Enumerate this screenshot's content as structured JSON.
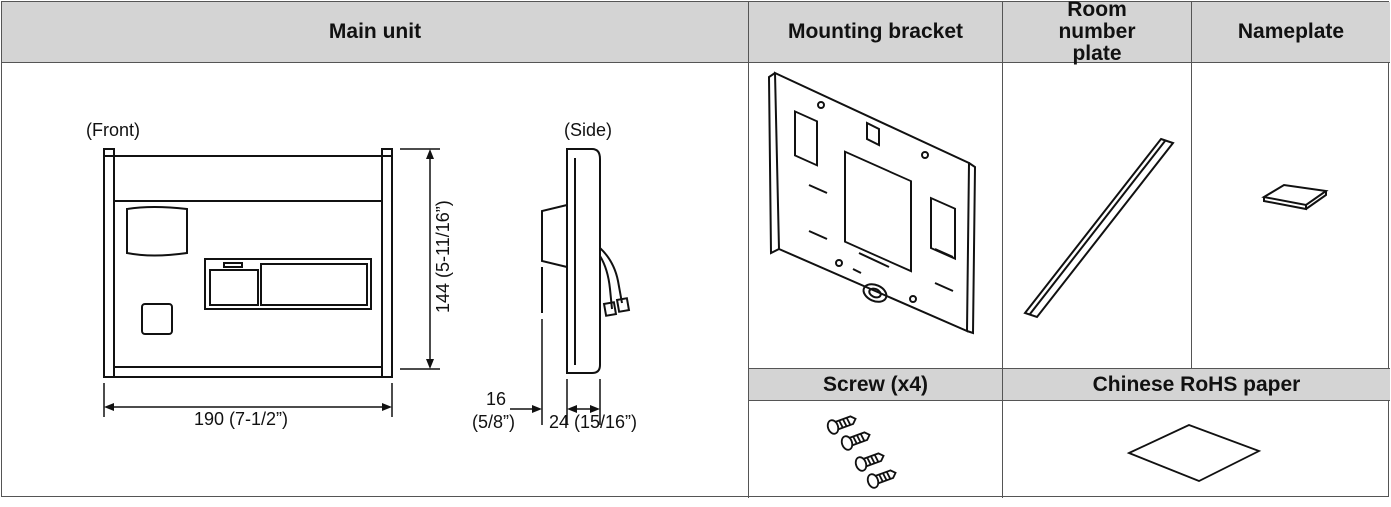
{
  "headers": {
    "main_unit": "Main unit",
    "mounting_bracket": "Mounting bracket",
    "room_number_plate": "Room number plate",
    "nameplate": "Nameplate",
    "screw": "Screw (x4)",
    "rohs_paper": "Chinese RoHS paper"
  },
  "drawing_labels": {
    "front": "(Front)",
    "side": "(Side)",
    "width": "190 (7-1/2”)",
    "height": "144 (5-11/16”)",
    "depth_front": "16",
    "depth_front_in": "(5/8”)",
    "depth_total": "24 (15/16”)"
  }
}
